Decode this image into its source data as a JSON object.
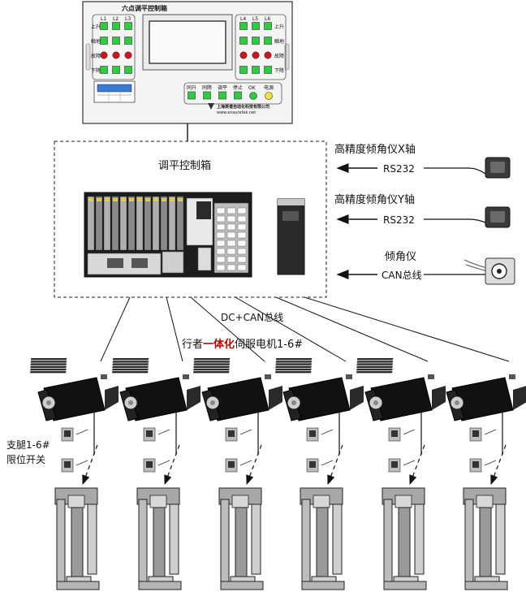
{
  "panel": {
    "title": "六点调平控制箱",
    "left_columns": [
      "L1",
      "L2",
      "L3"
    ],
    "right_columns": [
      "L4",
      "L5",
      "L6"
    ],
    "row_labels": [
      "上升",
      "触地",
      "故障",
      "下降"
    ],
    "buttons": [
      "同升",
      "同降",
      "调平",
      "停止",
      "OK",
      "电源"
    ],
    "company": "上海英谱自动化科技有限公司",
    "website": "www.ensuretek.net",
    "colors": {
      "green": "#2ecc40",
      "red": "#d0141e",
      "yellow": "#f2e33a"
    }
  },
  "controller": {
    "label": "调平控制箱"
  },
  "sensors": [
    {
      "name": "高精度倾角仪X轴",
      "bus": "RS232"
    },
    {
      "name": "高精度倾角仪Y轴",
      "bus": "RS232"
    },
    {
      "name": "倾角仪",
      "bus": "CAN总线"
    }
  ],
  "bus_label": "DC+CAN总线",
  "motor_label": {
    "prefix": "行者",
    "highlight": "一体化",
    "suffix": "伺服电机1-6#",
    "highlight_color": "#c00000"
  },
  "limit_switch_label": [
    "支腿1-6#",
    "限位开关"
  ],
  "legs": [
    {},
    {},
    {},
    {},
    {},
    {}
  ]
}
